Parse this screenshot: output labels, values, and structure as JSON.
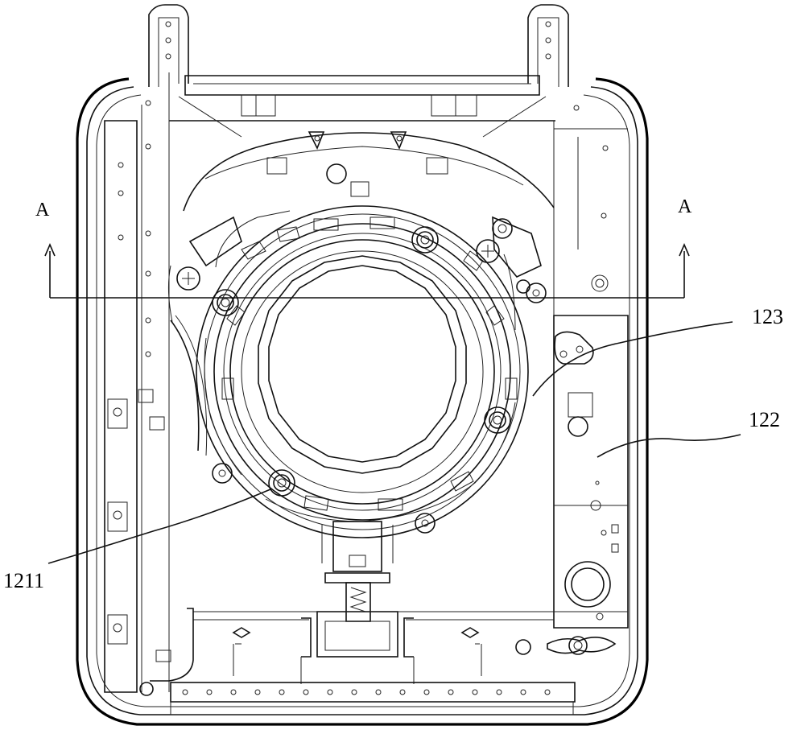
{
  "section_marks": {
    "left": "A",
    "right": "A"
  },
  "callouts": {
    "c123": "123",
    "c122": "122",
    "c1211": "1211"
  }
}
